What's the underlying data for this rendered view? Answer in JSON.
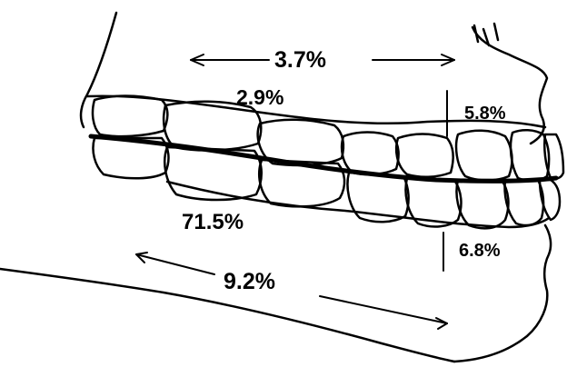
{
  "labels": {
    "upper_span": "3.7%",
    "upper_teeth": "2.9%",
    "upper_front": "5.8%",
    "lower_teeth": "71.5%",
    "lower_front": "6.8%",
    "jaw_span": "9.2%"
  },
  "colors": {
    "ink": "#000000",
    "background": "#ffffff"
  }
}
